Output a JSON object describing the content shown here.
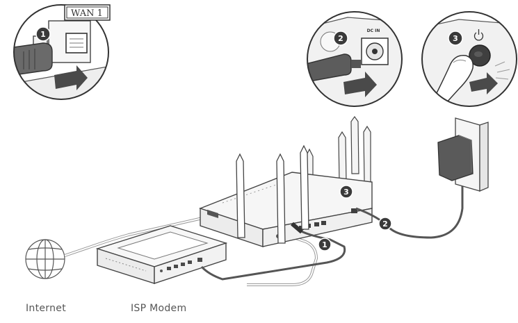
{
  "callouts": {
    "one": {
      "step": "1",
      "port_label": "WAN 1"
    },
    "two": {
      "step": "2",
      "port_label": "DC IN"
    },
    "three": {
      "step": "3"
    }
  },
  "cable_markers": [
    "1",
    "2",
    "3"
  ],
  "labels": {
    "internet": "Internet",
    "modem": "ISP Modem"
  },
  "colors": {
    "line": "#333333",
    "cable": "#555555",
    "badge": "#3a3a3a",
    "device": "#f4f4f4"
  }
}
